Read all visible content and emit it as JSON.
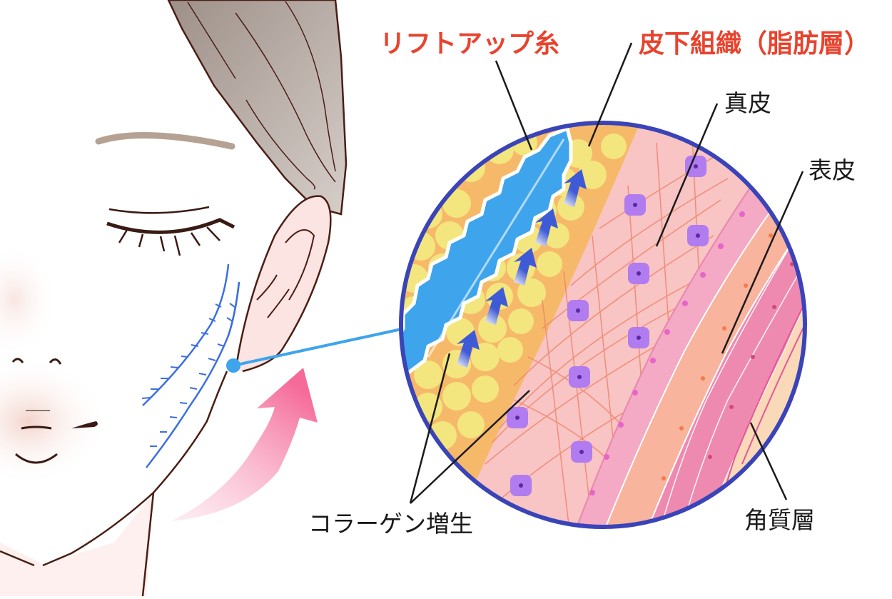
{
  "labels": {
    "lift_thread": "リフトアップ糸",
    "subcutaneous": "皮下組織（脂肪層）",
    "dermis": "真皮",
    "epidermis": "表皮",
    "collagen": "コラーゲン増生",
    "stratum_corneum": "角質層"
  },
  "colors": {
    "label_red": "#e8432e",
    "label_black": "#1a1a1a",
    "circle_border": "#3a44b8",
    "fat_bg": "#f6b96a",
    "fat_cell": "#f3e67e",
    "thread": "#3ea4ec",
    "arrow_blue": "#3e5ad6",
    "dermis_bg": "#f8c4c4",
    "collagen_fiber": "#f0846a",
    "cell_purple": "#b07cf0",
    "epidermis_pink": "#ef8ab0",
    "lift_arrow_pink": "#f56a98",
    "hair": "#b9aca4",
    "outline": "#4a1e14"
  }
}
